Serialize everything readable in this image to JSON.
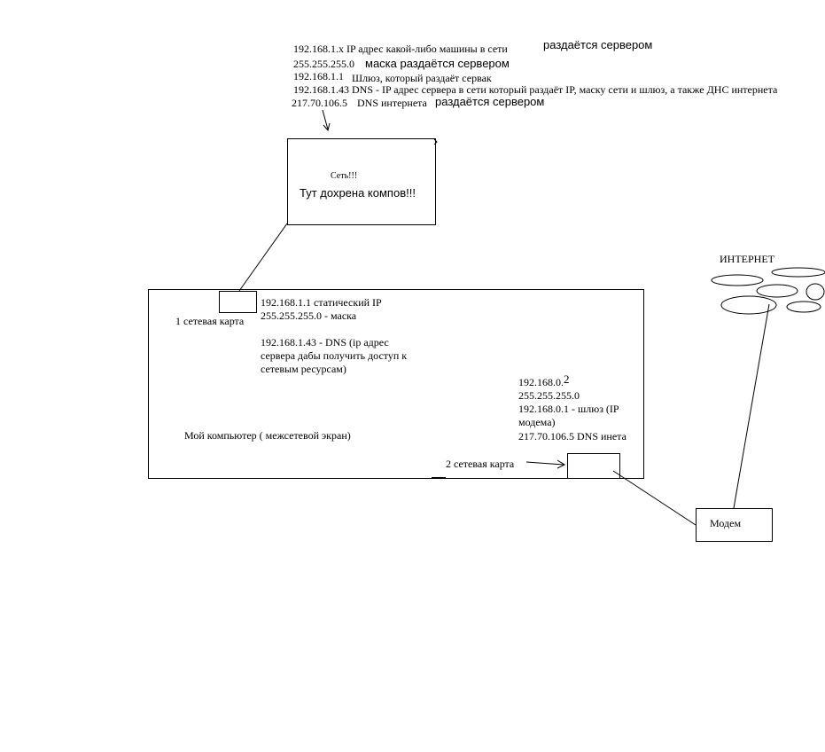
{
  "top_notes": {
    "n1": "192.168.1.x    IP адрес какой-либо машины в сети",
    "n1b": "раздаётся сервером",
    "n2": "255.255.255.0",
    "n2b": "маска раздаётся сервером",
    "n3": "192.168.1.1",
    "n3b": "Шлюз, который раздаёт сервак",
    "n4": "192.168.1.43 DNS - IP адрес сервера  в сети который раздаёт IP, маску сети и шлюз, а также ДНС интернета",
    "n5": "217.70.106.5",
    "n5b": "DNS интернета",
    "n5c": "раздаётся сервером"
  },
  "network_box": {
    "line1": "Сеть!!!",
    "line2": "Тут дохрена компов!!!"
  },
  "computer": {
    "nic1_label": "1 сетевая карта",
    "nic1_ip": "192.168.1.1 статический IP",
    "nic1_mask": "255.255.255.0 - маска",
    "nic1_dns1": "192.168.1.43 - DNS (ip адрес",
    "nic1_dns2": "сервера дабы получить доступ к",
    "nic1_dns3": "сетевым ресурсам)",
    "name": "Мой компьютер ( межсетевой экран)",
    "nic2_ip_a": "192.168.0.",
    "nic2_ip_b": "2",
    "nic2_mask": "255.255.255.0",
    "nic2_gw1": "192.168.0.1 - шлюз (IP",
    "nic2_gw2": "модема)",
    "nic2_dns": "217.70.106.5  DNS инета",
    "nic2_label": "2 сетевая карта"
  },
  "internet_label": "ИНТЕРНЕТ",
  "modem_label": "Модем"
}
